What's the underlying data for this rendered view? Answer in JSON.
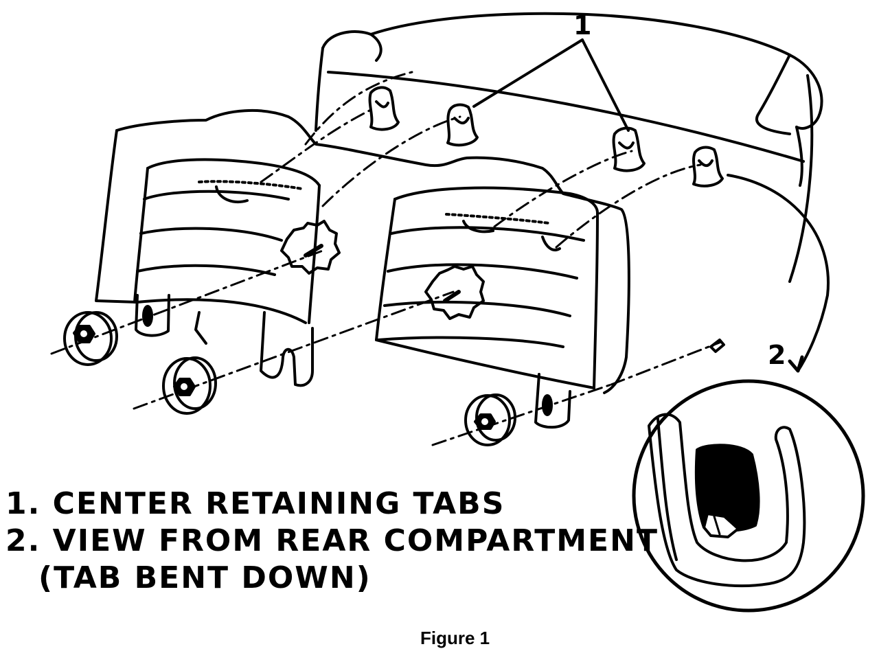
{
  "callouts": {
    "tabs_number": "1",
    "view_number": "2"
  },
  "legend": {
    "line1": "1. CENTER RETAINING TABS",
    "line2": "2. VIEW FROM REAR COMPARTMENT",
    "line3": "(TAB BENT DOWN)"
  },
  "caption": "Figure 1",
  "colors": {
    "ink": "#000000",
    "paper": "#ffffff"
  }
}
